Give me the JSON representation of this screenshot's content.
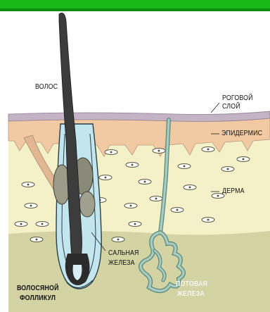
{
  "labels": {
    "hair": "ВОЛОС",
    "stratum_corneum_line1": "РОГОВОЙ",
    "stratum_corneum_line2": "СЛОЙ",
    "epidermis": "ЭПИДЕРМИС",
    "dermis": "ДЕРМА",
    "sebaceous_gland_line1": "САЛЬНАЯ",
    "sebaceous_gland_line2": "ЖЕЛЕЗА",
    "hair_follicle_line1": "ВОЛОСЯНОЙ",
    "hair_follicle_line2": "ФОЛЛИКУЛ",
    "sweat_gland_line1": "ПОТОВАЯ",
    "sweat_gland_line2": "ЖЕЛЕЗА"
  },
  "colors": {
    "top_bar": "#19b919",
    "stratum_corneum": "#c3b3c4",
    "epidermis": "#f1c9a2",
    "dermis": "#f4f0c8",
    "hypodermis": "#d4d3a3",
    "hair_shaft": "#3c3c3c",
    "follicle": "#c3e6ee",
    "sebaceous_gland": "#8a8a78",
    "sweat_gland": "#a7ccc1"
  }
}
